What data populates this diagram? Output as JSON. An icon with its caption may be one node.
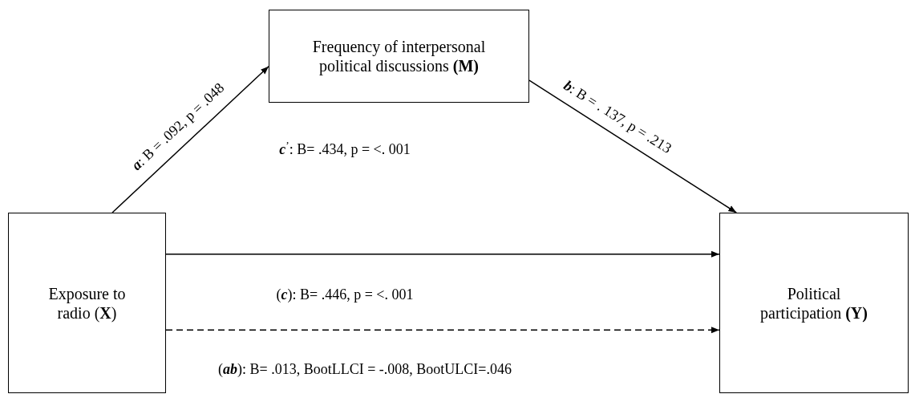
{
  "diagram": {
    "nodes": [
      {
        "text": [
          "Frequency of interpersonal political discussions **(M)**"
        ]
      },
      {
        "text": [
          "Exposure to radio (**X**)"
        ]
      },
      {
        "text": [
          "Political participation **(Y)**"
        ]
      }
    ],
    "edges": [
      {
        "from": 1,
        "to": 0,
        "arrow": "to",
        "label": "**a**: B = .092, p = .048"
      },
      {
        "from": 0,
        "to": 2,
        "arrow": "to",
        "label": "**b**: B = . 137, p = .213"
      },
      {
        "from": 1,
        "to": 2,
        "arrow": "to",
        "label": "(**c**): B= .446, p = <. 001"
      },
      {
        "from": 1,
        "to": 2,
        "arrow": "to",
        "style": "dashed",
        "label": "(**ab**): B= .013, BootLLCI = -.008, BootULCI=.046"
      }
    ],
    "labels": [
      "**c**$^{’}$: B= .434, p = <. 001"
    ]
  }
}
